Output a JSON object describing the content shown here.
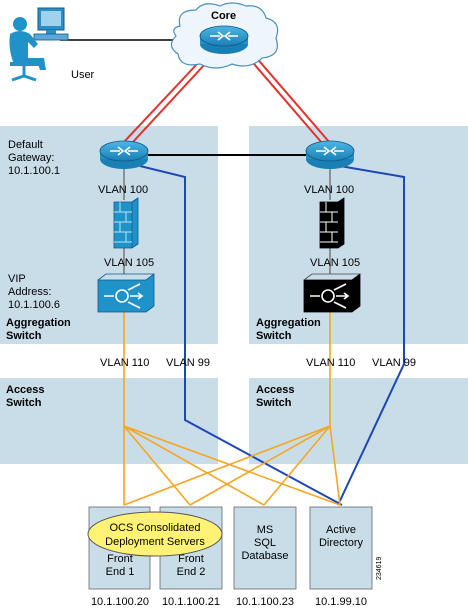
{
  "colors": {
    "zone": "#c9dde9",
    "device_blue": "#1f93c9",
    "device_black": "#000000",
    "core_link": "#e5312b",
    "trunk_link": "#000000",
    "vlan99": "#1d47b6",
    "vlan110": "#f5a623",
    "ellipse": "#fff275",
    "server_box": "#c9dde9"
  },
  "icons": [
    "user-workstation-icon",
    "cloud-icon",
    "router-icon",
    "firewall-icon",
    "content-switch-icon",
    "server-icon"
  ],
  "user": {
    "label": "User"
  },
  "core": {
    "label": "Core"
  },
  "left": {
    "gateway": {
      "line1": "Default",
      "line2": "Gateway:",
      "line3": "10.1.100.1"
    },
    "vlan100": "VLAN 100",
    "vlan105": "VLAN 105",
    "vip": {
      "line1": "VIP",
      "line2": "Address:",
      "line3": "10.1.100.6"
    },
    "agg": {
      "line1": "Aggregation",
      "line2": "Switch"
    },
    "vlan110": "VLAN 110",
    "vlan99": "VLAN 99",
    "access": {
      "line1": "Access",
      "line2": "Switch"
    }
  },
  "right": {
    "vlan100": "VLAN 100",
    "vlan105": "VLAN 105",
    "agg": {
      "line1": "Aggregation",
      "line2": "Switch"
    },
    "vlan110": "VLAN 110",
    "vlan99": "VLAN 99",
    "access": {
      "line1": "Access",
      "line2": "Switch"
    }
  },
  "ocs": {
    "line1": "OCS Consolidated",
    "line2": "Deployment Servers"
  },
  "servers": [
    {
      "line1": "Front",
      "line2": "End 1",
      "line3": "",
      "ip": "10.1.100.20"
    },
    {
      "line1": "Front",
      "line2": "End 2",
      "line3": "",
      "ip": "10.1.100.21"
    },
    {
      "line1": "MS",
      "line2": "SQL",
      "line3": "Database",
      "ip": "10.1.100.23"
    },
    {
      "line1": "Active",
      "line2": "Directory",
      "line3": "",
      "ip": "10.1.99.10"
    }
  ],
  "figure_id": "234619"
}
